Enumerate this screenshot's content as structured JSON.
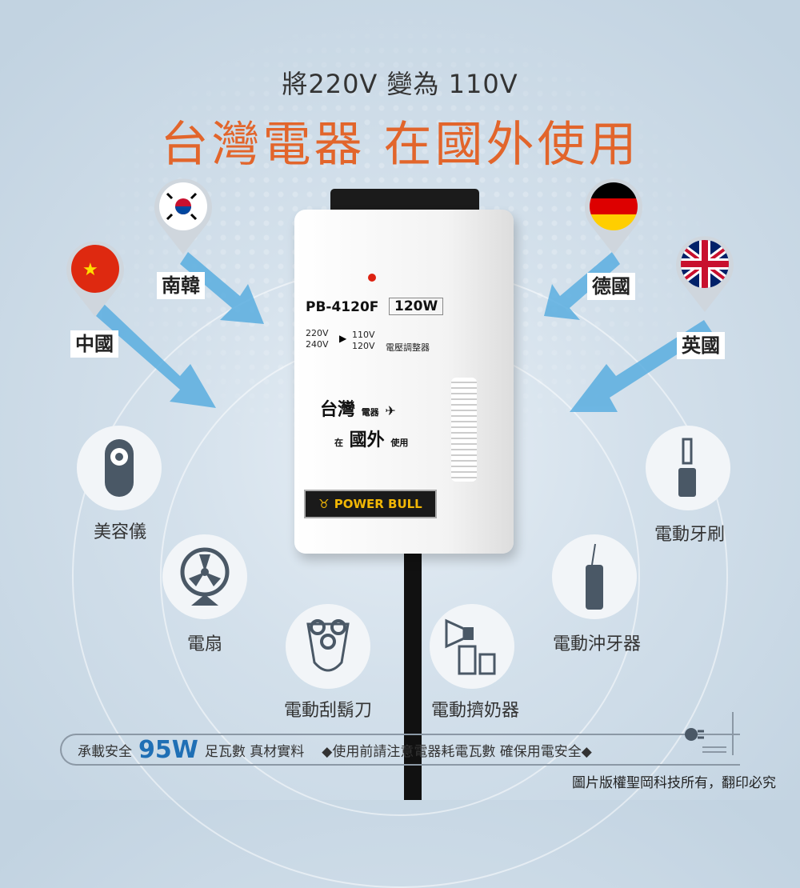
{
  "headline": {
    "line1": "將220V 變為 110V",
    "line2": "台灣電器 在國外使用"
  },
  "countries": [
    {
      "label": "南韓",
      "flag": "korea-flag"
    },
    {
      "label": "中國",
      "flag": "china-flag"
    },
    {
      "label": "德國",
      "flag": "germany-flag"
    },
    {
      "label": "英國",
      "flag": "uk-flag"
    }
  ],
  "device": {
    "model": "PB-4120F",
    "watt": "120W",
    "in1": "220V",
    "in2": "240V",
    "out1": "110V",
    "out2": "120V",
    "type": "電壓調整器",
    "slogan_a": "台灣",
    "slogan_b": "電器",
    "slogan_c": "在",
    "slogan_d": "國外",
    "slogan_e": "使用",
    "brand": "POWER BULL"
  },
  "appliances": [
    "美容儀",
    "電動牙刷",
    "電扇",
    "電動沖牙器",
    "電動刮鬍刀",
    "電動擠奶器"
  ],
  "banner": {
    "prefix": "承載安全",
    "watt": "95W",
    "suffix": "足瓦數 真材實料",
    "note": "◆使用前請注意電器耗電瓦數 確保用電安全◆"
  },
  "copyright": "圖片版權聖岡科技所有，翻印必究",
  "colors": {
    "accent": "#e2652b",
    "blue": "#1f6fb5",
    "arrow": "#5aaee0"
  }
}
